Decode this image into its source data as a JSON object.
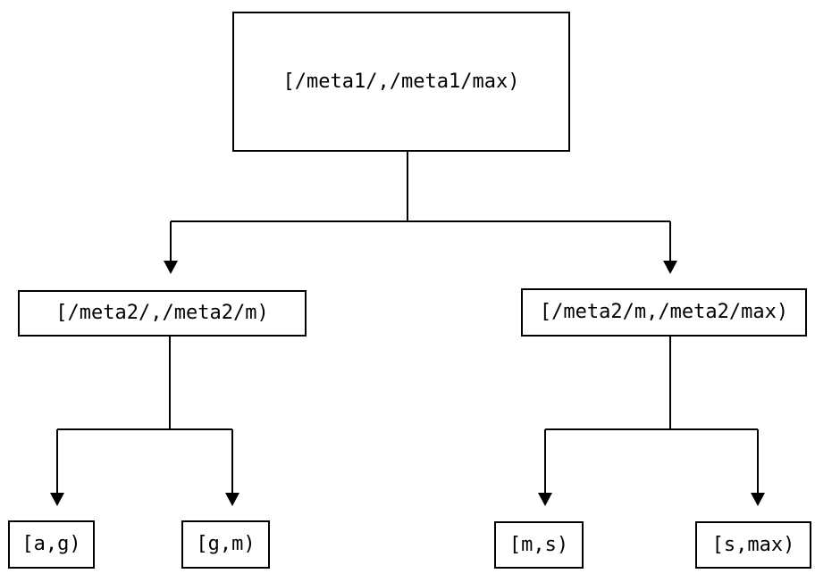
{
  "diagram": {
    "type": "binary-interval-tree",
    "nodes": {
      "root": {
        "label": "[/meta1/,/meta1/max)"
      },
      "meta2_left": {
        "label": "[/meta2/,/meta2/m)"
      },
      "meta2_right": {
        "label": "[/meta2/m,/meta2/max)"
      },
      "leaf_ag": {
        "label": "[a,g)"
      },
      "leaf_gm": {
        "label": "[g,m)"
      },
      "leaf_ms": {
        "label": "[m,s)"
      },
      "leaf_smax": {
        "label": "[s,max)"
      }
    },
    "edges": [
      {
        "from": "root",
        "to": "meta2_left"
      },
      {
        "from": "root",
        "to": "meta2_right"
      },
      {
        "from": "meta2_left",
        "to": "leaf_ag"
      },
      {
        "from": "meta2_left",
        "to": "leaf_gm"
      },
      {
        "from": "meta2_right",
        "to": "leaf_ms"
      },
      {
        "from": "meta2_right",
        "to": "leaf_smax"
      }
    ],
    "colors": {
      "background": "#ffffff",
      "line": "#000000",
      "box_border": "#000000",
      "text": "#000000"
    }
  }
}
